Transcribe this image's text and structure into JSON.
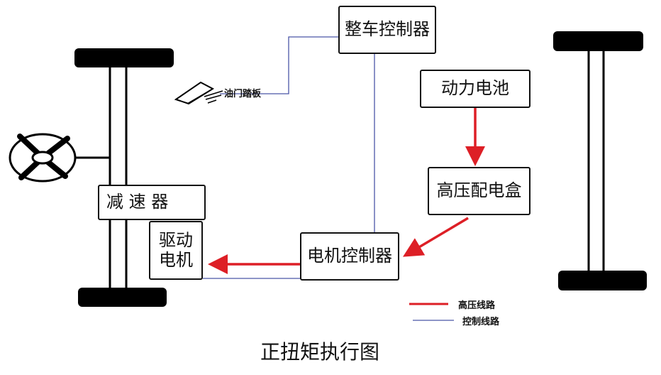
{
  "nodes": {
    "vcu": "整车控制器",
    "battery": "动力电池",
    "pdu": "高压配电盒",
    "mcu": "电机控制器",
    "reducer": "减 速 器",
    "motor_line1": "驱动",
    "motor_line2": "电机",
    "pedal": "油门踏板"
  },
  "legend": {
    "high_voltage": "高压线路",
    "control": "控制线路"
  },
  "colors": {
    "high_voltage": "#dd1f26",
    "control": "#4b56a8",
    "axle": "#000000"
  },
  "caption": "正扭矩执行图"
}
